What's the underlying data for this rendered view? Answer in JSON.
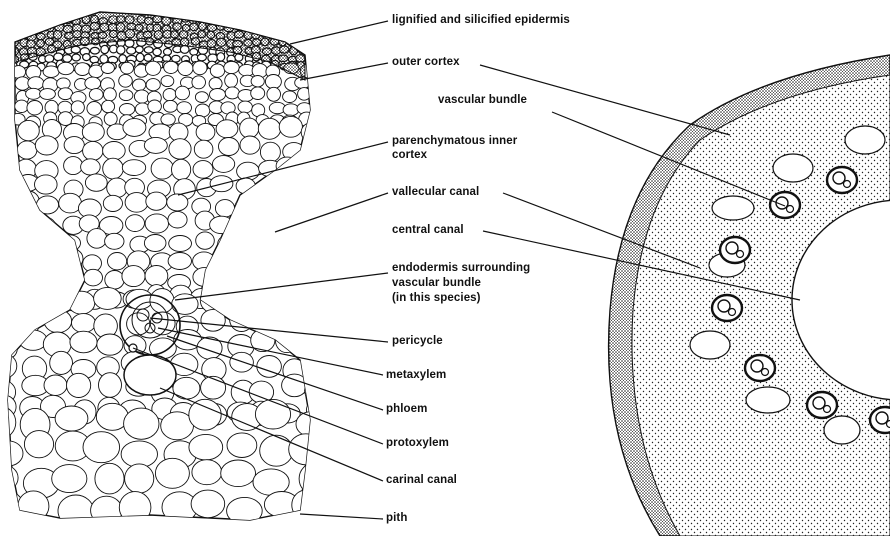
{
  "labels": {
    "epidermis": "lignified and silicified epidermis",
    "outer_cortex": "outer cortex",
    "vascular_bundle": "vascular bundle",
    "inner_cortex_1": "parenchymatous inner",
    "inner_cortex_2": "cortex",
    "vallecular_canal": "vallecular canal",
    "central_canal": "central canal",
    "endodermis_1": "endodermis surrounding",
    "endodermis_2": "vascular bundle",
    "endodermis_3": "(in this species)",
    "pericycle": "pericycle",
    "metaxylem": "metaxylem",
    "phloem": "phloem",
    "protoxylem": "protoxylem",
    "carinal_canal": "carinal canal",
    "pith": "pith"
  },
  "colors": {
    "ink": "#111111",
    "background": "#ffffff"
  }
}
